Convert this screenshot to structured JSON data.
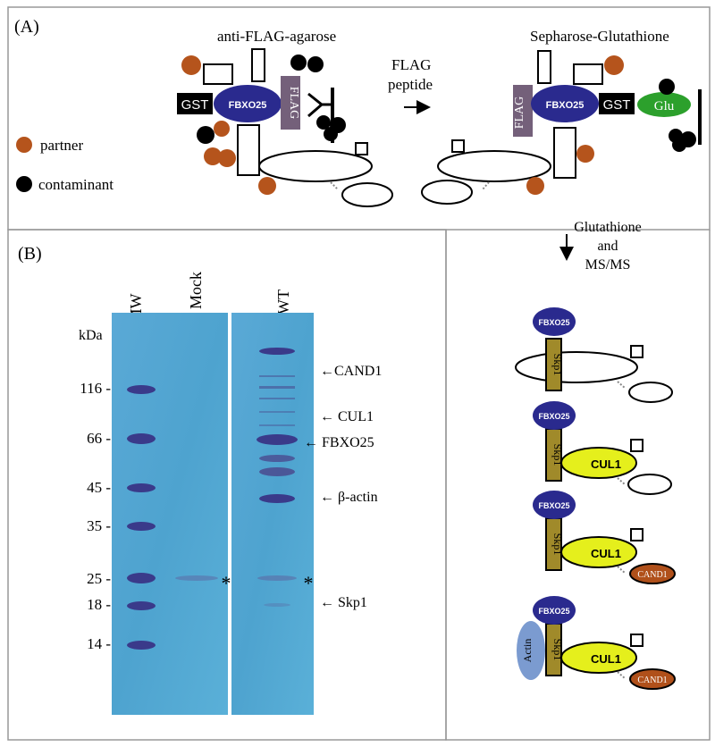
{
  "panel_a": {
    "label": "(A)",
    "left_title": "anti-FLAG-agarose",
    "right_title": "Sepharose-Glutathione",
    "arrow_label_1": "FLAG",
    "arrow_label_2": "peptide",
    "gst": "GST",
    "fbxo25": "FBXO25",
    "flag": "FLAG",
    "glu": "Glu",
    "legend": {
      "partner": "partner",
      "contaminant": "contaminant"
    }
  },
  "step": {
    "line1": "Glutathione",
    "line2": "and",
    "line3": "MS/MS"
  },
  "panel_b": {
    "label": "(B)",
    "lanes": [
      "MW",
      "Mock",
      "WT"
    ],
    "kda": "kDa",
    "markers": [
      "116 -",
      "66 -",
      "45 -",
      "35 -",
      "25 -",
      "18 -",
      "14 -"
    ],
    "star": "*",
    "bands": [
      "←CAND1",
      "← CUL1",
      "← FBXO25",
      "← β-actin",
      "← Skp1"
    ]
  },
  "complexes": {
    "fbxo25": "FBXO25",
    "skp1": "Skp1",
    "cul1": "CUL1",
    "cand1": "CAND1",
    "actin": "Actin"
  },
  "colors": {
    "fbxo25": "#2a2a8e",
    "flag": "#74607a",
    "glu": "#2ca02c",
    "partner": "#b5541c",
    "cul1": "#e5ef1c",
    "skp1": "#a08a2a",
    "cand1": "#b0501a",
    "actin": "#7b9bd0",
    "gel": "#4fa7d1"
  }
}
